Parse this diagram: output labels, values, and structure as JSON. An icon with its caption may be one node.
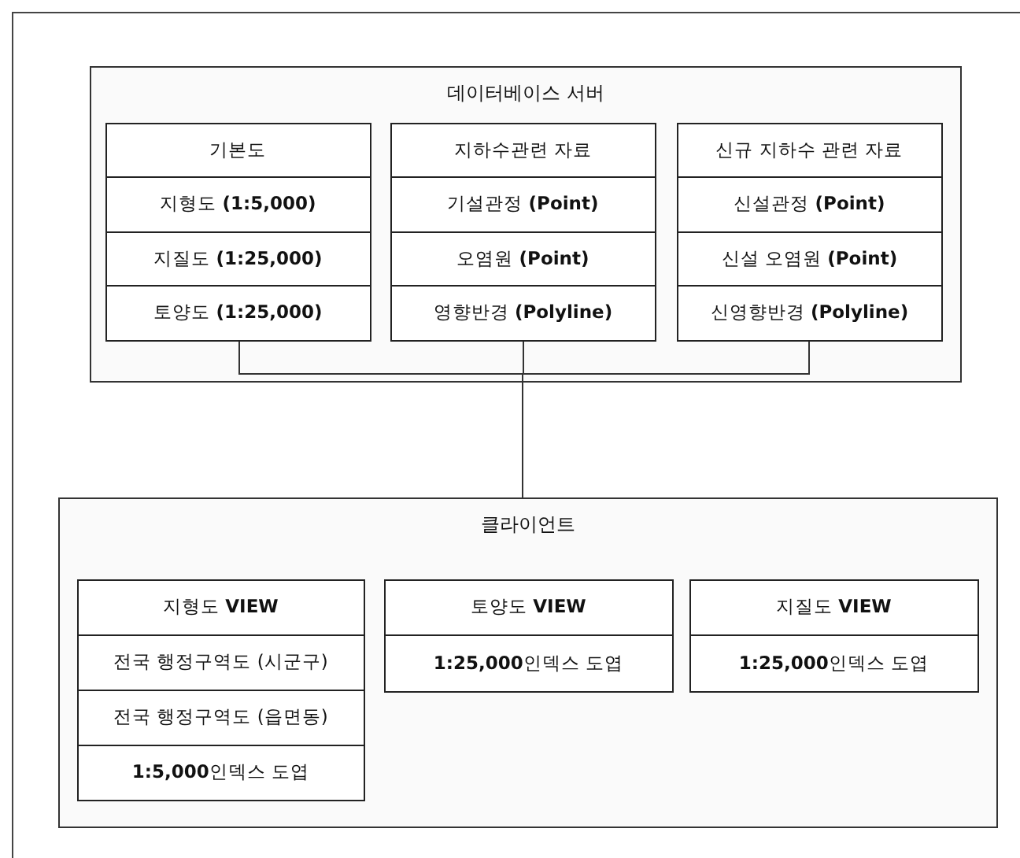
{
  "diagram": {
    "nodes": [
      {
        "text": [
          "데이터베이스 서버"
        ]
      },
      {
        "text": [
          "기본도",
          "지형도 **(1:5,000)**",
          "지질도 **(1:25,000)**",
          "토양도 **(1:25,000)**"
        ],
        "in": 0
      },
      {
        "text": [
          "지하수관련 자료",
          "기설관정 **(Point)**",
          "오염원 **(Point)**",
          "영향반경 **(Polyline)**"
        ],
        "in": 0
      },
      {
        "text": [
          "신규 지하수 관련 자료",
          "신설관정 **(Point)**",
          "신설 오염원 **(Point)**",
          "신영향반경 **(Polyline)**"
        ],
        "in": 0
      },
      {
        "text": [
          "클라이언트"
        ]
      },
      {
        "text": [
          "지형도 **VIEW**",
          "전국 행정구역도 (시군구)",
          "전국 행정구역도 (읍면동)",
          "**1:5,000**인덱스 도엽"
        ],
        "in": 4
      },
      {
        "text": [
          "토양도 **VIEW**",
          "**1:25,000**인덱스 도엽"
        ],
        "in": 4
      },
      {
        "text": [
          "지질도 **VIEW**",
          "**1:25,000**인덱스 도엽"
        ],
        "in": 4
      }
    ],
    "edges": [
      {
        "from": 1,
        "to": 4,
        "arrow": "none"
      },
      {
        "from": 2,
        "to": 4,
        "arrow": "none"
      },
      {
        "from": 3,
        "to": 4,
        "arrow": "none"
      }
    ]
  }
}
